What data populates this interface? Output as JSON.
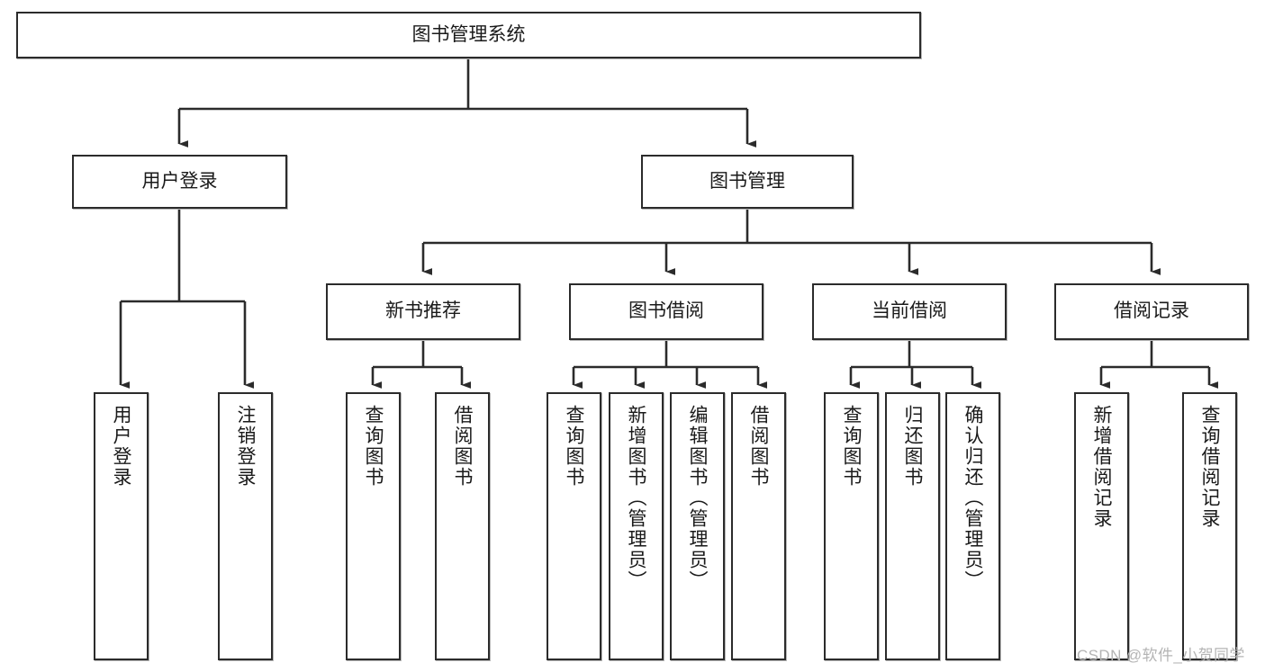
{
  "diagram": {
    "title": "图书管理系统",
    "type": "tree-hierarchy-chart",
    "colors": {
      "background": "#ffffff",
      "node_border": "#2b2b2b",
      "node_fill": "#ffffff",
      "edge": "#2b2b2b",
      "text": "#1a1a1a",
      "watermark": "#b4b4b4"
    }
  },
  "watermark": {
    "text": "CSDN @软件_小贺同学"
  },
  "nodes": {
    "root": {
      "label": "图书管理系统"
    },
    "level1": [
      {
        "id": "user-login",
        "label": "用户登录"
      },
      {
        "id": "book-management",
        "label": "图书管理"
      }
    ],
    "level2": [
      {
        "id": "new-book-recommend",
        "label": "新书推荐"
      },
      {
        "id": "book-borrow",
        "label": "图书借阅"
      },
      {
        "id": "current-borrow",
        "label": "当前借阅"
      },
      {
        "id": "borrow-record",
        "label": "借阅记录"
      }
    ],
    "leaves": {
      "user_login": [
        {
          "id": "leaf-user-login",
          "label": "用户登录"
        },
        {
          "id": "leaf-logout",
          "label": "注销登录"
        }
      ],
      "new_book_recommend": [
        {
          "id": "leaf-query-book-1",
          "label": "查询图书"
        },
        {
          "id": "leaf-borrow-book-1",
          "label": "借阅图书"
        }
      ],
      "book_borrow": [
        {
          "id": "leaf-query-book-2",
          "label": "查询图书"
        },
        {
          "id": "leaf-add-book",
          "label": "新增图书（管理员）"
        },
        {
          "id": "leaf-edit-book",
          "label": "编辑图书（管理员）"
        },
        {
          "id": "leaf-borrow-book-2",
          "label": "借阅图书"
        }
      ],
      "current_borrow": [
        {
          "id": "leaf-query-book-3",
          "label": "查询图书"
        },
        {
          "id": "leaf-return-book",
          "label": "归还图书"
        },
        {
          "id": "leaf-confirm-return",
          "label": "确认归还（管理员）"
        }
      ],
      "borrow_record": [
        {
          "id": "leaf-add-record",
          "label": "新增借阅记录"
        },
        {
          "id": "leaf-query-record",
          "label": "查询借阅记录"
        }
      ]
    }
  },
  "edges": [
    {
      "from": "root",
      "to": "user-login"
    },
    {
      "from": "root",
      "to": "book-management"
    },
    {
      "from": "book-management",
      "to": "new-book-recommend"
    },
    {
      "from": "book-management",
      "to": "book-borrow"
    },
    {
      "from": "book-management",
      "to": "current-borrow"
    },
    {
      "from": "book-management",
      "to": "borrow-record"
    },
    {
      "from": "user-login",
      "to": "leaf-user-login"
    },
    {
      "from": "user-login",
      "to": "leaf-logout"
    },
    {
      "from": "new-book-recommend",
      "to": "leaf-query-book-1"
    },
    {
      "from": "new-book-recommend",
      "to": "leaf-borrow-book-1"
    },
    {
      "from": "book-borrow",
      "to": "leaf-query-book-2"
    },
    {
      "from": "book-borrow",
      "to": "leaf-add-book"
    },
    {
      "from": "book-borrow",
      "to": "leaf-edit-book"
    },
    {
      "from": "book-borrow",
      "to": "leaf-borrow-book-2"
    },
    {
      "from": "current-borrow",
      "to": "leaf-query-book-3"
    },
    {
      "from": "current-borrow",
      "to": "leaf-return-book"
    },
    {
      "from": "current-borrow",
      "to": "leaf-confirm-return"
    },
    {
      "from": "borrow-record",
      "to": "leaf-add-record"
    },
    {
      "from": "borrow-record",
      "to": "leaf-query-record"
    }
  ]
}
